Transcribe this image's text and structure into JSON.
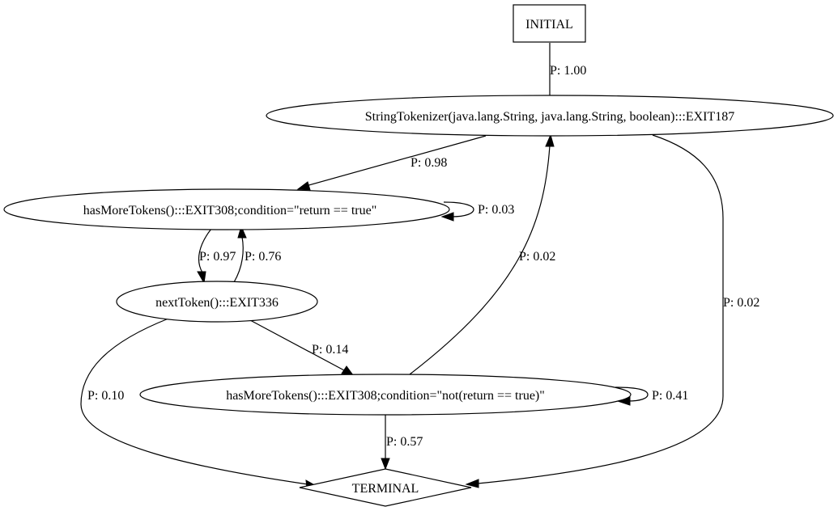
{
  "nodes": {
    "initial": "INITIAL",
    "constructor": "StringTokenizer(java.lang.String, java.lang.String, boolean):::EXIT187",
    "has_more_true": "hasMoreTokens():::EXIT308;condition=\"return == true\"",
    "next_token": "nextToken():::EXIT336",
    "has_more_false": "hasMoreTokens():::EXIT308;condition=\"not(return == true)\"",
    "terminal": "TERMINAL"
  },
  "edges": {
    "initial_to_constructor": "P: 1.00",
    "constructor_to_has_more_true": "P: 0.98",
    "constructor_to_terminal": "P: 0.02",
    "has_more_true_self": "P: 0.03",
    "has_more_true_to_next_token": "P: 0.97",
    "next_token_to_has_more_true": "P: 0.76",
    "has_more_false_to_constructor": "P: 0.02",
    "next_token_to_has_more_false": "P: 0.14",
    "next_token_to_terminal": "P: 0.10",
    "has_more_false_self": "P: 0.41",
    "has_more_false_to_terminal": "P: 0.57"
  }
}
